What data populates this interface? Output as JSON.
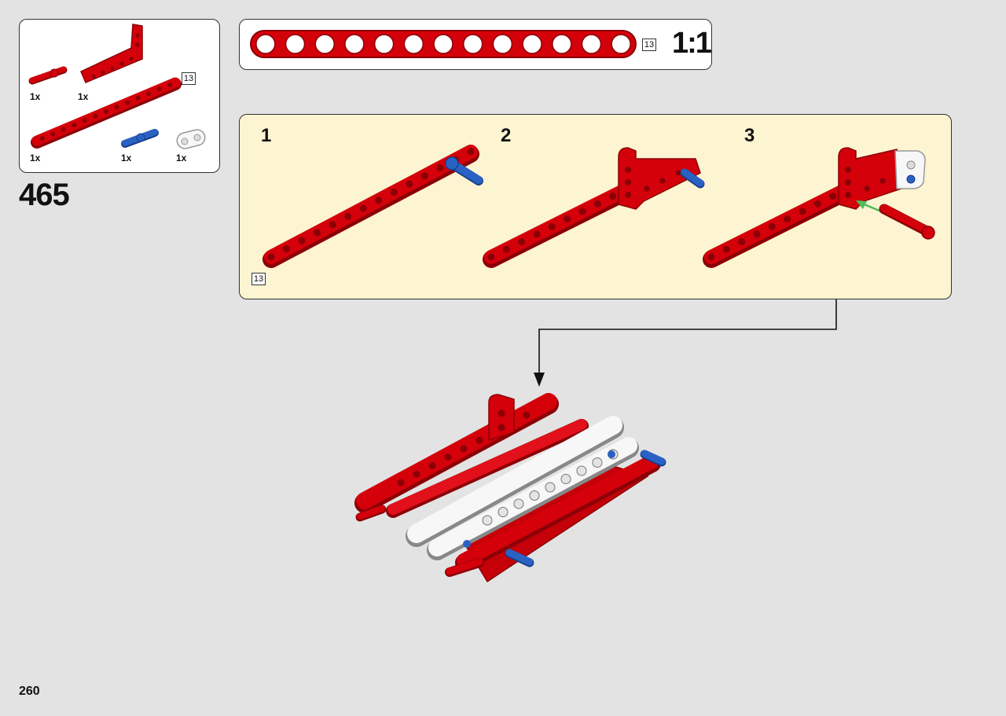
{
  "step": {
    "number": "465"
  },
  "parts_list": {
    "items": [
      {
        "name": "red-axle-pin",
        "quantity": "1x"
      },
      {
        "name": "red-l-beam",
        "quantity": "1x"
      },
      {
        "name": "red-beam-13",
        "quantity": "1x",
        "length_label": "13"
      },
      {
        "name": "blue-axle-pin",
        "quantity": "1x"
      },
      {
        "name": "white-connector",
        "quantity": "1x"
      }
    ]
  },
  "ruler": {
    "length_label": "13",
    "scale_label": "1:1",
    "holes": 13
  },
  "sub_assembly": {
    "steps": [
      {
        "label": "1"
      },
      {
        "label": "2"
      },
      {
        "label": "3"
      }
    ],
    "length_label": "13"
  },
  "page": {
    "number": "260"
  },
  "colors": {
    "part_red": "#d4000a",
    "part_dark_red": "#8a0006",
    "part_blue": "#2a62c4",
    "part_white": "#f7f7f7",
    "callout_bg": "#fdf4d1",
    "arrow_green": "#4cbc5a",
    "page_bg": "#e3e3e3"
  }
}
